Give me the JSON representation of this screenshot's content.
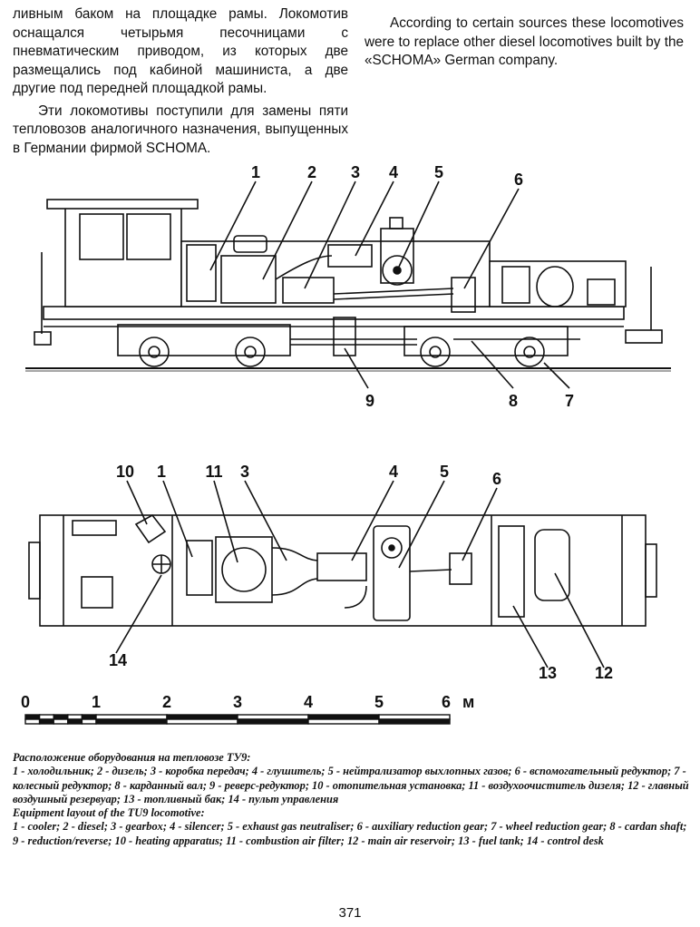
{
  "text_ru": {
    "para1": "ливным баком на площадке рамы. Локомотив оснащался четырьмя песочницами с пневматическим приводом, из которых две размещались под кабиной машиниста, а две другие под передней площадкой рамы.",
    "para2": "Эти локомотивы поступили для замены пяти тепловозов аналогичного назначения, выпущенных в Германии фирмой SCHOMA."
  },
  "text_en": {
    "para1": "According to certain sources these locomotives were to replace other diesel locomotives built by the «SCHOMA» German company."
  },
  "side_view_labels": [
    "1",
    "2",
    "3",
    "4",
    "5",
    "6",
    "7",
    "8",
    "9"
  ],
  "top_view_labels": [
    "10",
    "1",
    "11",
    "3",
    "4",
    "5",
    "6",
    "12",
    "13",
    "14"
  ],
  "scale": {
    "ticks": [
      "0",
      "1",
      "2",
      "3",
      "4",
      "5",
      "6"
    ],
    "unit": "м"
  },
  "caption": {
    "ru_title": "Расположение оборудования на тепловозе ТУ9:",
    "ru_legend": "1 - холодильник; 2 - дизель; 3 - коробка передач; 4 - глушитель; 5 - нейтрализатор выхлопных газов; 6 - вспомогательный редуктор; 7 - колесный редуктор; 8 - карданный вал; 9 - реверс-редуктор; 10 - отопительная установка; 11 - воздухоочиститель дизеля; 12 - главный воздушный резервуар; 13 - топливный бак; 14 - пульт управления",
    "en_title": "Equipment layout of the TU9 locomotive:",
    "en_legend": "1 - cooler; 2 - diesel; 3 - gearbox; 4 - silencer; 5 - exhaust gas neutraliser; 6 - auxiliary reduction gear; 7 - wheel reduction gear; 8 - cardan shaft; 9 - reduction/reverse; 10 - heating apparatus; 11 - combustion air filter; 12 - main air reservoir; 13 - fuel tank; 14 - control desk"
  },
  "page_number": "371"
}
